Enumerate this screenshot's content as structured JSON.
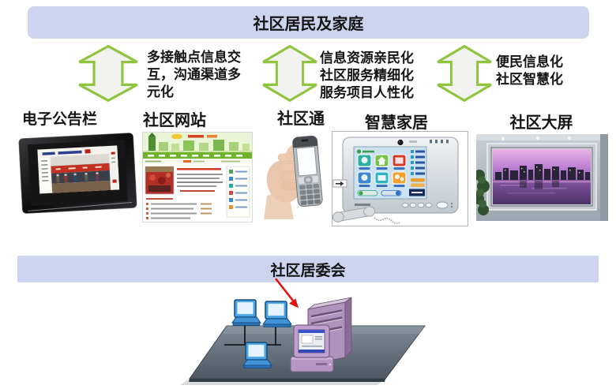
{
  "top_banner": {
    "label": "社区居民及家庭"
  },
  "exchanges": [
    {
      "lines": [
        "多接触点信息交",
        "互，沟通渠道多",
        "元化"
      ]
    },
    {
      "lines": [
        "信息资源亲民化",
        "社区服务精细化",
        "服务项目人性化"
      ]
    },
    {
      "lines": [
        "便民信息化",
        "社区智慧化"
      ]
    }
  ],
  "devices": [
    {
      "label": "电子公告栏"
    },
    {
      "label": "社区网站"
    },
    {
      "label": "社区通"
    },
    {
      "label": "智慧家居"
    },
    {
      "label": "社区大屏"
    }
  ],
  "bottom_banner": {
    "label": "社区居委会"
  },
  "icons": {
    "exchange_arrow": "double-arrow-icon",
    "pointer": "red-arrow-icon",
    "workstation": "workstation-icon",
    "server": "server-tower-icon",
    "desktop": "desktop-computer-icon"
  },
  "colors": {
    "banner_bg": "#ccd4ef",
    "arrow_stroke": "#8fc43e",
    "arrow_fill": "#f2f2f0",
    "red_arrow": "#e01111",
    "platform": "#5c6873",
    "workstation_blue": "#4aa4e4",
    "server_purple": "#b093bc",
    "website_nav_green": "#6fb32b",
    "banner_photo_red": "#c23022",
    "screen_sky_purple": "#b070c8"
  }
}
